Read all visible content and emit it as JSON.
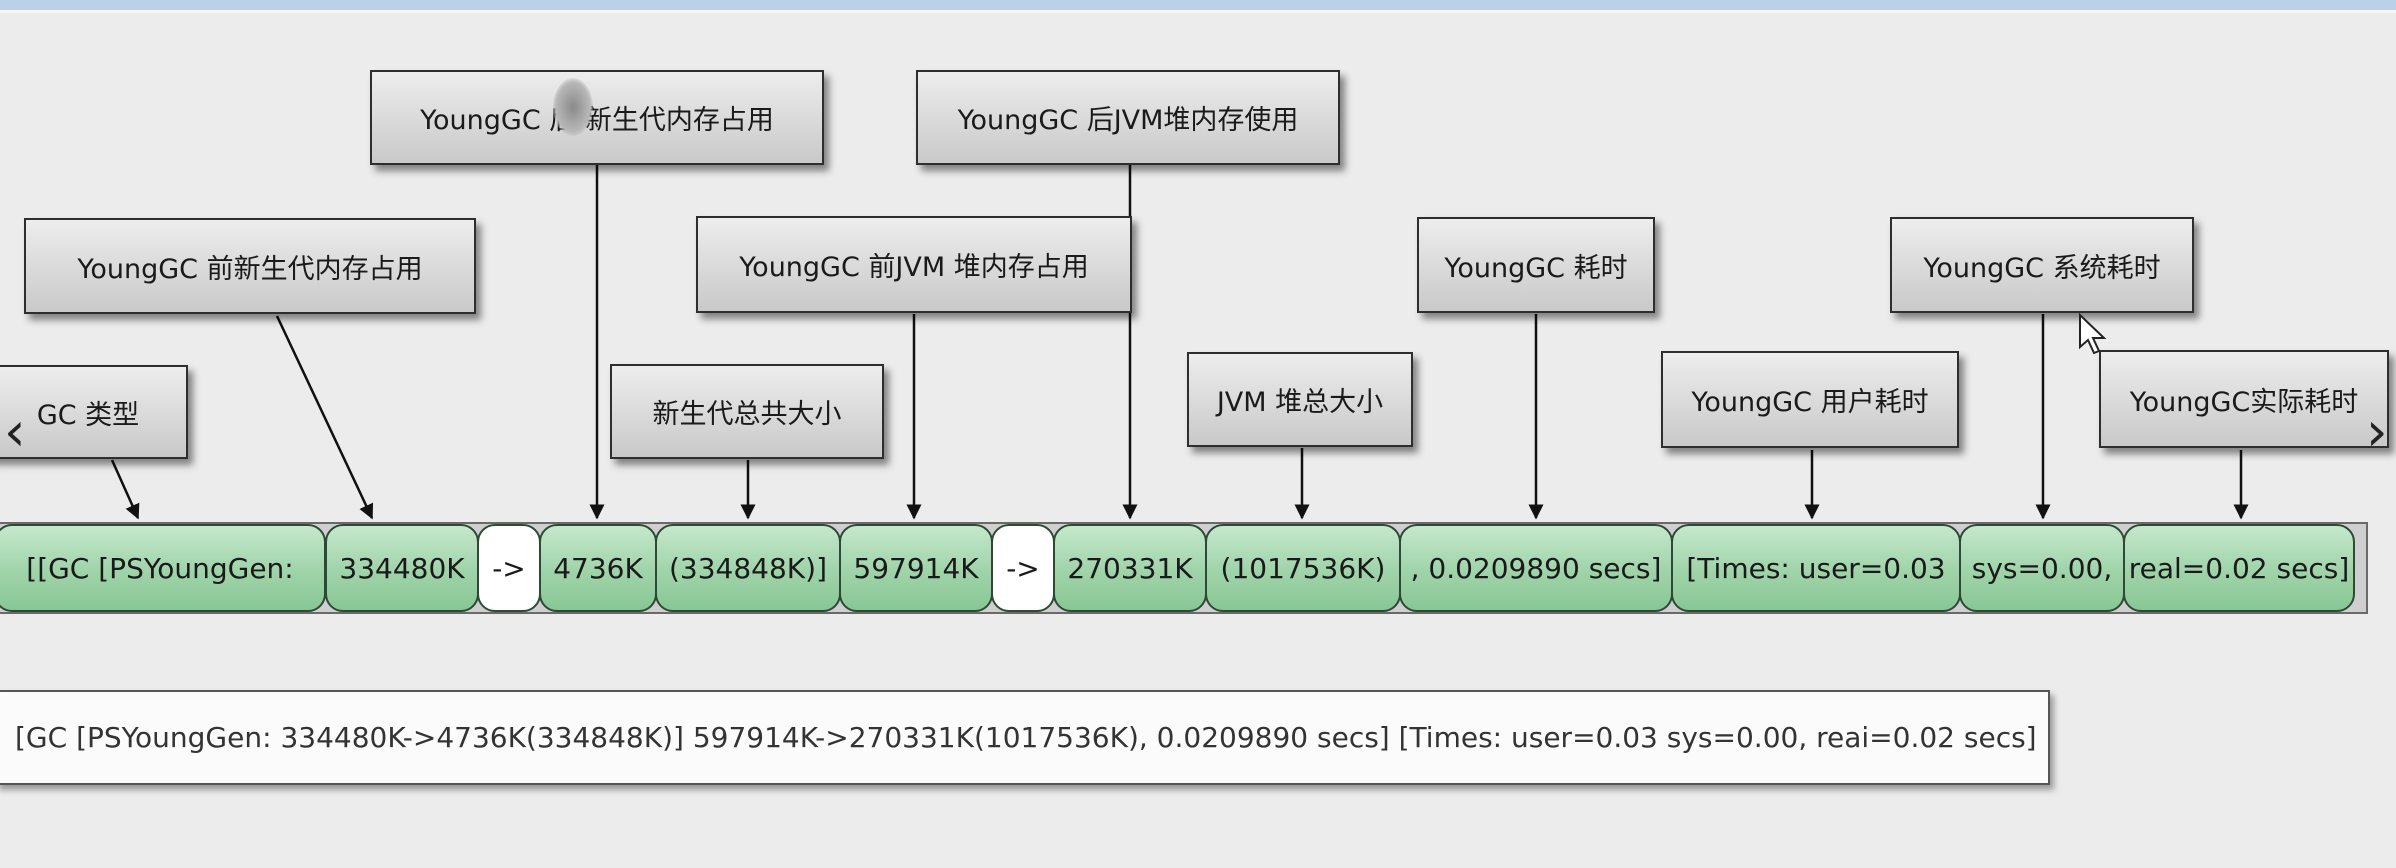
{
  "labels": {
    "gc_type": "GC 类型",
    "young_before": "YoungGC 前新生代内存占用",
    "young_after": "YoungGC 后 新生代内存占用",
    "young_total": "新生代总共大小",
    "heap_before": "YoungGC 前JVM 堆内存占用",
    "heap_after": "YoungGC 后JVM堆内存使用",
    "heap_total": "JVM 堆总大小",
    "gc_time": "YoungGC 耗时",
    "user_time": "YoungGC 用户耗时",
    "sys_time": "YoungGC 系统耗时",
    "real_time": "YoungGC实际耗时"
  },
  "segments": [
    "[[GC [PSYoungGen:",
    "334480K",
    "->",
    "4736K",
    "(334848K)]",
    "597914K",
    "->",
    "270331K",
    "(1017536K)",
    ", 0.0209890 secs]",
    "[Times: user=0.03",
    "sys=0.00,",
    "real=0.02 secs]"
  ],
  "log_line": "[GC [PSYoungGen: 334480K->4736K(334848K)] 597914K->270331K(1017536K), 0.0209890 secs] [Times: user=0.03 sys=0.00, reai=0.02 secs]",
  "nav": {
    "prev_glyph": "‹",
    "next_glyph": "›"
  },
  "colors": {
    "segment_green": "#9fd3a9",
    "label_gray": "#d8d8d8"
  }
}
